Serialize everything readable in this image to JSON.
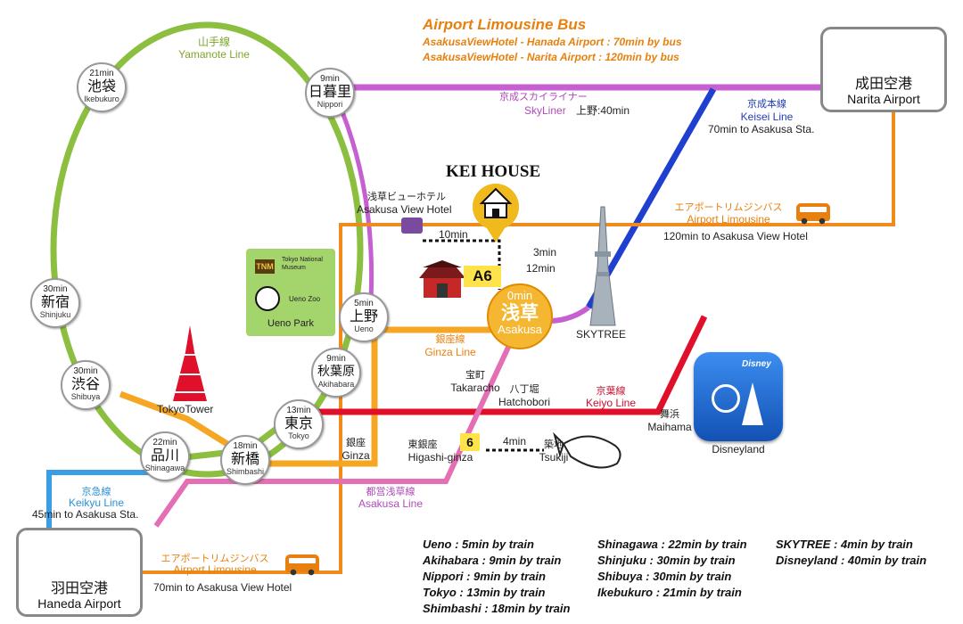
{
  "airport_bus": {
    "title": "Airport Limousine Bus",
    "line1": "AsakusaViewHotel - Hanada Airport : 70min by bus",
    "line2": "AsakusaViewHotel - Narita Airport : 120min by bus"
  },
  "narita": {
    "ja": "成田空港",
    "en": "Narita Airport"
  },
  "haneda": {
    "ja": "羽田空港",
    "en": "Haneda Airport"
  },
  "kei_house": "KEI HOUSE",
  "yamanote": {
    "ja": "山手線",
    "en": "Yamanote Line"
  },
  "skyliner": {
    "ja": "京成スカイライナー",
    "en": "SkyLiner",
    "time": "上野:40min"
  },
  "keisei": {
    "ja": "京成本線",
    "en": "Keisei Line",
    "time": "70min to Asakusa Sta."
  },
  "limo_narita": {
    "ja": "エアポートリムジンバス",
    "en": "Airport Limousine",
    "time": "120min to Asakusa View Hotel"
  },
  "limo_haneda": {
    "ja": "エアポートリムジンバス",
    "en": "Airport Limousine",
    "time": "70min to Asakusa View Hotel"
  },
  "keikyu": {
    "ja": "京急線",
    "en": "Keikyu Line",
    "time": "45min to Asakusa Sta."
  },
  "ginza_line": {
    "ja": "銀座線",
    "en": "Ginza Line"
  },
  "asakusa_line": {
    "ja": "都営浅草線",
    "en": "Asakusa Line"
  },
  "keiyo_line": {
    "ja": "京葉線",
    "en": "Keiyo Line"
  },
  "view_hotel": {
    "ja": "浅草ビューホテル",
    "en": "Asakusa View Hotel",
    "walk": "10min"
  },
  "walk_times": {
    "car": "3min",
    "walk": "12min",
    "tsukiji": "4min"
  },
  "exit_a6": "A6",
  "exit_6": "6",
  "asakusa": {
    "time": "0min",
    "ja": "浅草",
    "en": "Asakusa"
  },
  "skytree": "SKYTREE",
  "tokyo_tower": "TokyoTower",
  "ueno_park": {
    "name": "Ueno Park",
    "museum": "Tokyo National Museum",
    "zoo": "Ueno Zoo",
    "tnm": "TNM"
  },
  "disneyland": "Disneyland",
  "disney_wordmark": "Disney",
  "stations": {
    "ikebukuro": {
      "time": "21min",
      "ja": "池袋",
      "en": "Ikebukuro"
    },
    "nippori": {
      "time": "9min",
      "ja": "日暮里",
      "en": "Nippori"
    },
    "shinjuku": {
      "time": "30min",
      "ja": "新宿",
      "en": "Shinjuku"
    },
    "ueno": {
      "time": "5min",
      "ja": "上野",
      "en": "Ueno"
    },
    "akihabara": {
      "time": "9min",
      "ja": "秋葉原",
      "en": "Akihabara"
    },
    "shibuya": {
      "time": "30min",
      "ja": "渋谷",
      "en": "Shibuya"
    },
    "tokyo": {
      "time": "13min",
      "ja": "東京",
      "en": "Tokyo"
    },
    "shinagawa": {
      "time": "22min",
      "ja": "品川",
      "en": "Shinagawa"
    },
    "shimbashi": {
      "time": "18min",
      "ja": "新橋",
      "en": "Shimbashi"
    }
  },
  "minor_stations": {
    "takaracho": {
      "ja": "宝町",
      "en": "Takaracho"
    },
    "hatchobori": {
      "ja": "八丁堀",
      "en": "Hatchobori"
    },
    "maihama": {
      "ja": "舞浜",
      "en": "Maihama"
    },
    "ginza": {
      "ja": "銀座",
      "en": "Ginza"
    },
    "higashi_ginza": {
      "ja": "東銀座",
      "en": "Higashi-ginza"
    },
    "tsukiji": {
      "ja": "築地",
      "en": "Tsukiji"
    }
  },
  "legend": {
    "col1": [
      "Ueno : 5min by train",
      "Akihabara : 9min by train",
      "Nippori : 9min by train",
      "Tokyo : 13min by train",
      "Shimbashi : 18min by train"
    ],
    "col2": [
      "Shinagawa : 22min by train",
      "Shinjuku : 30min by train",
      "Shibuya : 30min by train",
      "Ikebukuro : 21min by train"
    ],
    "col3": [
      "SKYTREE : 4min by train",
      "Disneyland : 40min by train"
    ]
  },
  "colors": {
    "yamanote": "#8cbf3f",
    "skyliner": "#c65fd0",
    "keisei": "#1f3fd0",
    "limousine": "#f08a1c",
    "ginza": "#f5a623",
    "asakusa_line": "#e46fb4",
    "keiyo": "#e0102a",
    "keikyu": "#3a9ee6"
  }
}
